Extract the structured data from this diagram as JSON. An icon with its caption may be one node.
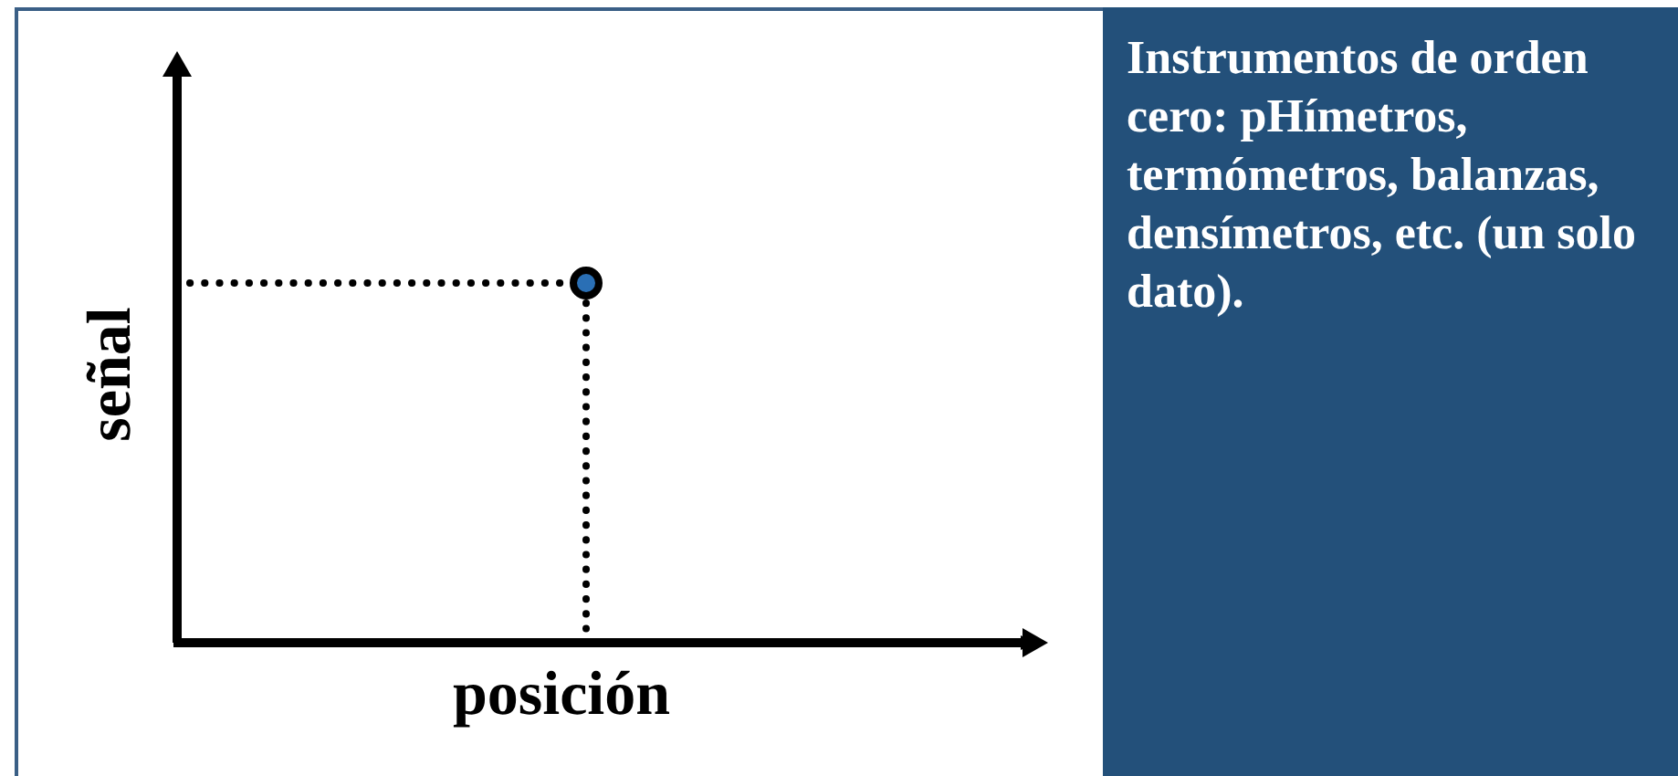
{
  "diagram": {
    "nodes": [
      {
        "text": [
          "Instrumentos de orden cero: pHímetros, termómetros, balanzas, densímetros, etc. (un solo dato)."
        ]
      }
    ],
    "labels": [
      "señal",
      "posición"
    ]
  }
}
